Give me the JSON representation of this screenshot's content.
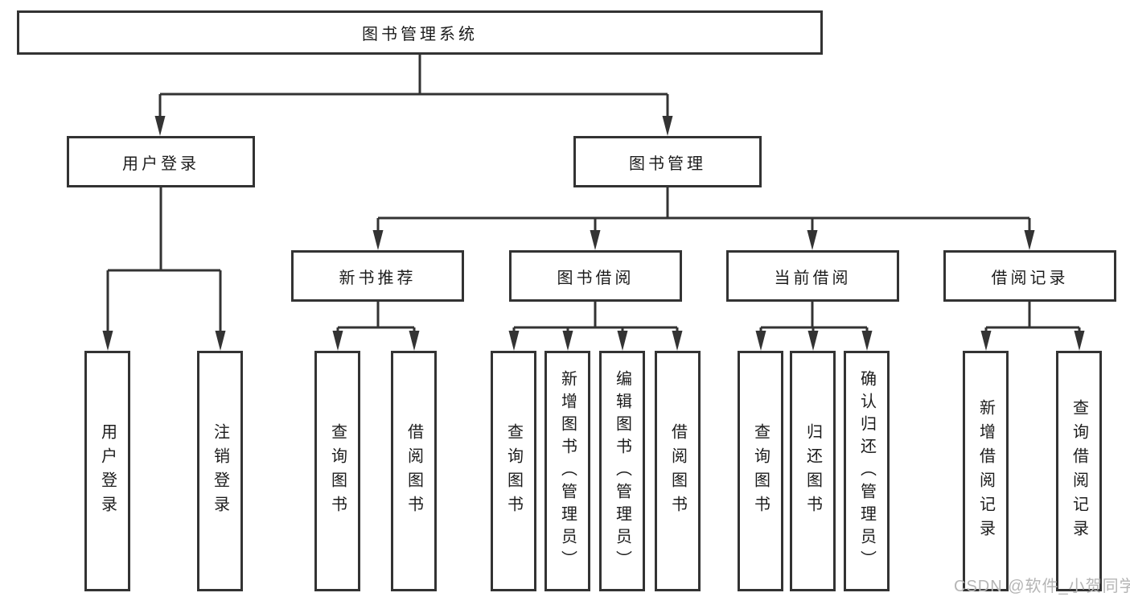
{
  "tree": {
    "root": {
      "label": "图书管理系统",
      "children": [
        {
          "label": "用户登录",
          "children": [
            {
              "label": "用户登录"
            },
            {
              "label": "注销登录"
            }
          ]
        },
        {
          "label": "图书管理",
          "children": [
            {
              "label": "新书推荐",
              "children": [
                {
                  "label": "查询图书"
                },
                {
                  "label": "借阅图书"
                }
              ]
            },
            {
              "label": "图书借阅",
              "children": [
                {
                  "label": "查询图书"
                },
                {
                  "label": "新增图书（管理员）"
                },
                {
                  "label": "编辑图书（管理员）"
                },
                {
                  "label": "借阅图书"
                }
              ]
            },
            {
              "label": "当前借阅",
              "children": [
                {
                  "label": "查询图书"
                },
                {
                  "label": "归还图书"
                },
                {
                  "label": "确认归还（管理员）"
                }
              ]
            },
            {
              "label": "借阅记录",
              "children": [
                {
                  "label": "新增借阅记录"
                },
                {
                  "label": "查询借阅记录"
                }
              ]
            }
          ]
        }
      ]
    }
  },
  "watermark": {
    "text": "CSDN @软件_小贺同学"
  },
  "colors": {
    "line": "#333333",
    "text": "#1c1c1c",
    "background": "#ffffff",
    "watermark": "#b5b5b5"
  }
}
